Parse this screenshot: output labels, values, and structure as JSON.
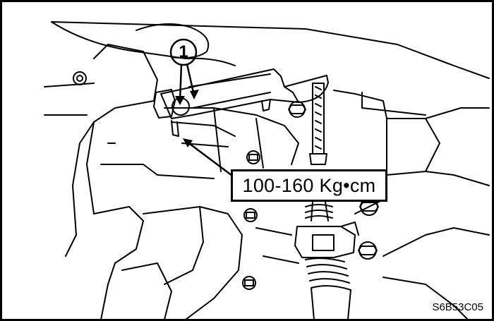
{
  "callout": {
    "number": "1"
  },
  "torque_label": "100-160 Kg•cm",
  "figure_code": "S6B53C05",
  "colors": {
    "line": "#000000",
    "background": "#ffffff"
  }
}
